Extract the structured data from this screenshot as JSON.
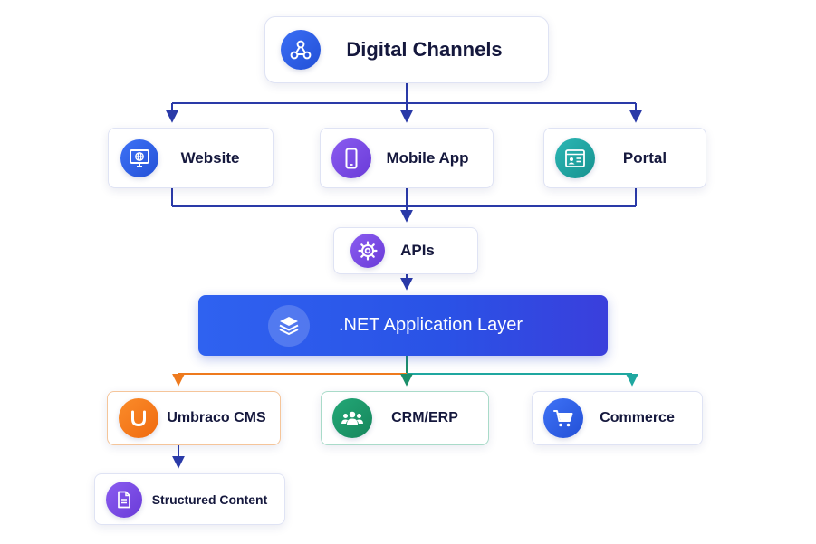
{
  "nodes": {
    "digital_channels": {
      "label": "Digital Channels",
      "icon": "share-network-icon"
    },
    "website": {
      "label": "Website",
      "icon": "monitor-globe-icon"
    },
    "mobile_app": {
      "label": "Mobile App",
      "icon": "smartphone-icon"
    },
    "portal": {
      "label": "Portal",
      "icon": "browser-profile-icon"
    },
    "apis": {
      "label": "APIs",
      "icon": "gear-icon"
    },
    "net_layer": {
      "label": ".NET Application Layer",
      "icon": "layers-icon"
    },
    "umbraco": {
      "label": "Umbraco CMS",
      "icon": "umbraco-u-icon"
    },
    "crm_erp": {
      "label": "CRM/ERP",
      "icon": "people-group-icon"
    },
    "commerce": {
      "label": "Commerce",
      "icon": "shopping-cart-icon"
    },
    "structured_content": {
      "label": "Structured Content",
      "icon": "document-icon"
    }
  },
  "colors": {
    "connector_navy": "#2a3aa8",
    "connector_orange": "#ee7a1e",
    "connector_green": "#1b8f6a",
    "connector_teal": "#1fa7a0",
    "primary_blue": "#2f62f0"
  }
}
